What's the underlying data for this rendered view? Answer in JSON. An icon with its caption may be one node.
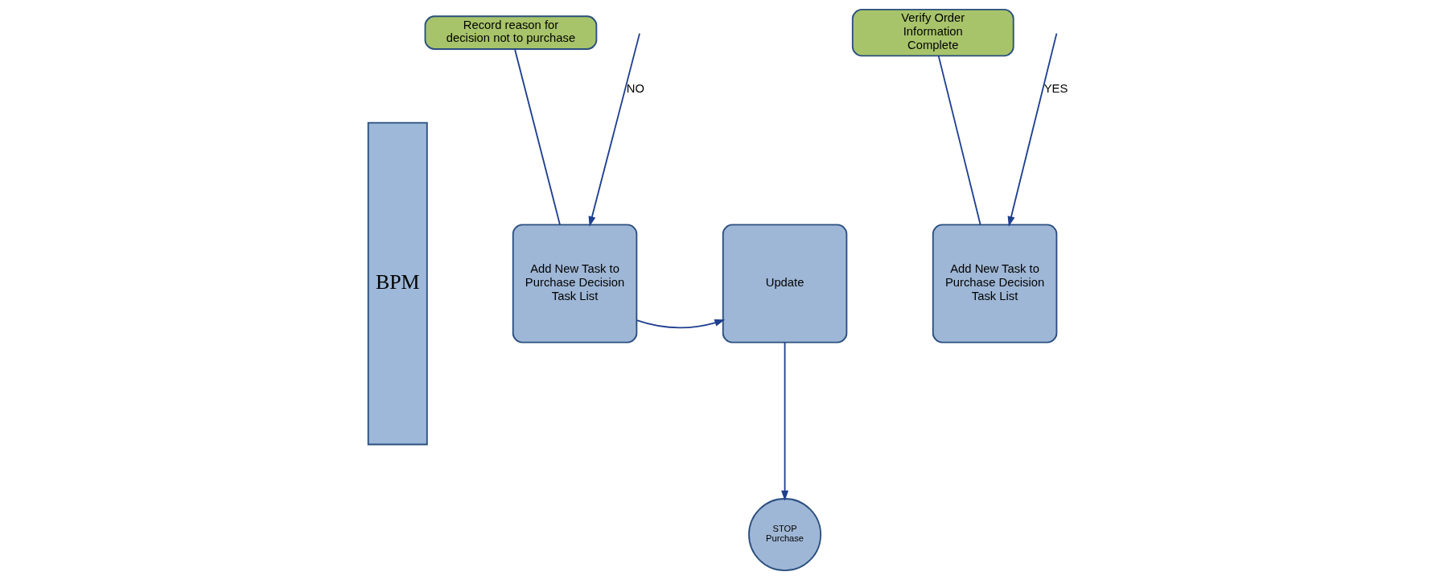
{
  "diagram": {
    "nodes": [
      {
        "text": [
          "BPM"
        ]
      },
      {
        "text": [
          "Record reason for decision not to purchase"
        ]
      },
      {
        "text": [
          "Add New Task to Purchase Decision Task List"
        ]
      },
      {
        "text": [
          "STOP Purchase"
        ]
      },
      {
        "text": [
          "Update"
        ]
      },
      {
        "text": [
          "Add New Task to Purchase Decision Task List"
        ]
      },
      {
        "text": [
          "Verify Order Information Complete"
        ]
      }
    ],
    "edges": [
      {
        "from": null,
        "to": 2,
        "arrow": "to",
        "label": "NO"
      },
      {
        "from": 1,
        "to": 2,
        "arrow": "none"
      },
      {
        "from": 2,
        "to": 4,
        "arrow": "to"
      },
      {
        "from": 4,
        "to": 3,
        "arrow": "to"
      },
      {
        "from": null,
        "to": 5,
        "arrow": "to",
        "label": "YES"
      },
      {
        "from": 6,
        "to": 5,
        "arrow": "none"
      }
    ]
  }
}
